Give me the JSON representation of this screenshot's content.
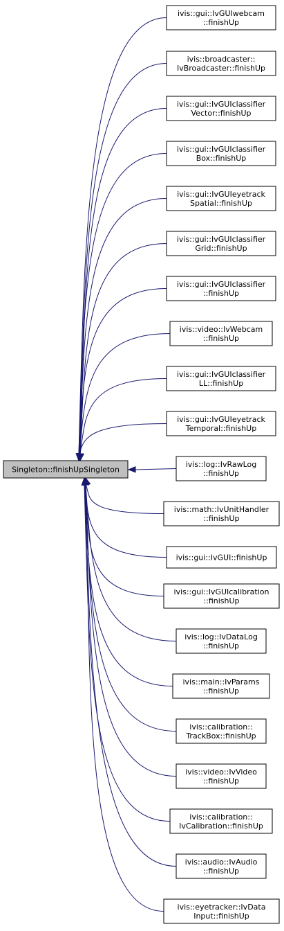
{
  "diagram": {
    "root": {
      "id": "singleton-finishupsingleton",
      "lines": [
        "Singleton::finishUpSingleton"
      ]
    },
    "nodes": [
      {
        "id": "ivguiwebcam",
        "lines": [
          "ivis::gui::IvGUIwebcam",
          "::finishUp"
        ]
      },
      {
        "id": "ivbroadcaster",
        "lines": [
          "ivis::broadcaster::",
          "IvBroadcaster::finishUp"
        ]
      },
      {
        "id": "ivguiclassifiervector",
        "lines": [
          "ivis::gui::IvGUIclassifier",
          "Vector::finishUp"
        ]
      },
      {
        "id": "ivguiclassifierbox",
        "lines": [
          "ivis::gui::IvGUIclassifier",
          "Box::finishUp"
        ]
      },
      {
        "id": "ivguieyetrackspatial",
        "lines": [
          "ivis::gui::IvGUIeyetrack",
          "Spatial::finishUp"
        ]
      },
      {
        "id": "ivguiclassifiergrid",
        "lines": [
          "ivis::gui::IvGUIclassifier",
          "Grid::finishUp"
        ]
      },
      {
        "id": "ivguiclassifier",
        "lines": [
          "ivis::gui::IvGUIclassifier",
          "::finishUp"
        ]
      },
      {
        "id": "ivwebcam",
        "lines": [
          "ivis::video::IvWebcam",
          "::finishUp"
        ]
      },
      {
        "id": "ivguiclassifierll",
        "lines": [
          "ivis::gui::IvGUIclassifier",
          "LL::finishUp"
        ]
      },
      {
        "id": "ivguieyetracktemporal",
        "lines": [
          "ivis::gui::IvGUIeyetrack",
          "Temporal::finishUp"
        ]
      },
      {
        "id": "ivrawlog",
        "lines": [
          "ivis::log::IvRawLog",
          "::finishUp"
        ]
      },
      {
        "id": "ivunithandler",
        "lines": [
          "ivis::math::IvUnitHandler",
          "::finishUp"
        ]
      },
      {
        "id": "ivgui",
        "lines": [
          "ivis::gui::IvGUI::finishUp"
        ]
      },
      {
        "id": "ivguicalibration",
        "lines": [
          "ivis::gui::IvGUIcalibration",
          "::finishUp"
        ]
      },
      {
        "id": "ivdatalog",
        "lines": [
          "ivis::log::IvDataLog",
          "::finishUp"
        ]
      },
      {
        "id": "ivparams",
        "lines": [
          "ivis::main::IvParams",
          "::finishUp"
        ]
      },
      {
        "id": "trackbox",
        "lines": [
          "ivis::calibration::",
          "TrackBox::finishUp"
        ]
      },
      {
        "id": "ivvideo",
        "lines": [
          "ivis::video::IvVideo",
          "::finishUp"
        ]
      },
      {
        "id": "ivcalibration",
        "lines": [
          "ivis::calibration::",
          "IvCalibration::finishUp"
        ]
      },
      {
        "id": "ivaudio",
        "lines": [
          "ivis::audio::IvAudio",
          "::finishUp"
        ]
      },
      {
        "id": "ivdatainput",
        "lines": [
          "ivis::eyetracker::IvData",
          "Input::finishUp"
        ]
      }
    ],
    "colors": {
      "edge": "#191970",
      "root_fill": "#bfbfbf",
      "node_fill": "#ffffff",
      "border": "#000000"
    }
  }
}
